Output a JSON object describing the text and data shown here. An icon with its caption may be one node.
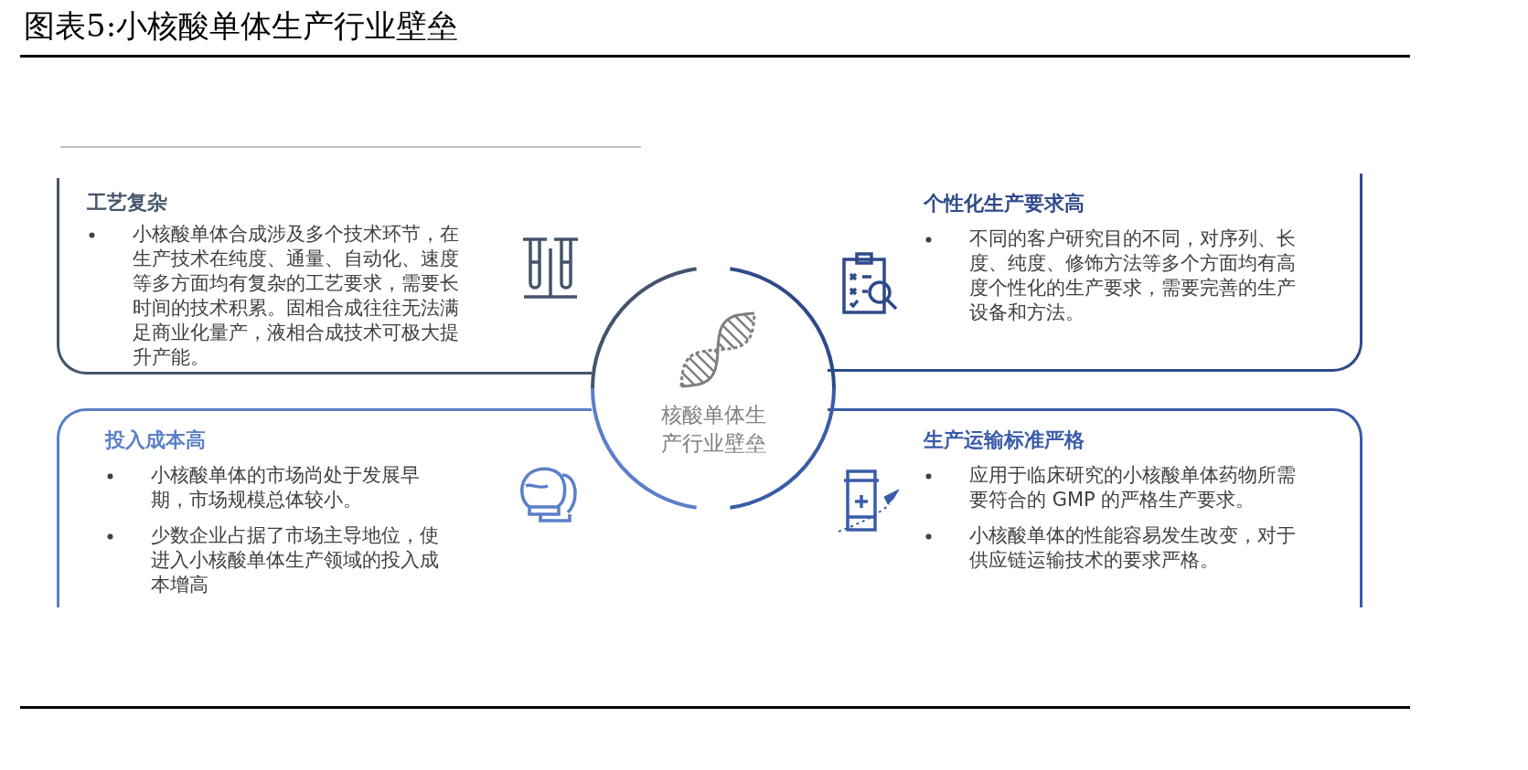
{
  "diagram": {
    "title": "图表5:小核酸单体生产行业壁垒",
    "nodes": [
      {
        "text": [
          "核酸单体生产行业壁垒"
        ]
      },
      {
        "text": [
          "工艺复杂",
          "小核酸单体合成涉及多个技术环节，在生产技术在纯度、通量、自动化、速度等多方面均有复杂的工艺要求，需要长时间的技术积累。固相合成往往无法满足商业化量产，液相合成技术可极大提升产能。"
        ]
      },
      {
        "text": [
          "个性化生产要求高",
          "不同的客户研究目的不同，对序列、长度、纯度、修饰方法等多个方面均有高度个性化的生产要求，需要完善的生产设备和方法。"
        ]
      },
      {
        "text": [
          "投入成本高",
          "小核酸单体的市场尚处于发展早期，市场规模总体较小。",
          "少数企业占据了市场主导地位，使进入小核酸单体生产领域的投入成本增高"
        ]
      },
      {
        "text": [
          "生产运输标准严格",
          "应用于临床研究的小核酸单体药物所需要符合的 GMP 的严格生产要求。",
          "小核酸单体的性能容易发生改变，对于供应链运输技术的要求严格。"
        ]
      }
    ],
    "edges": []
  }
}
